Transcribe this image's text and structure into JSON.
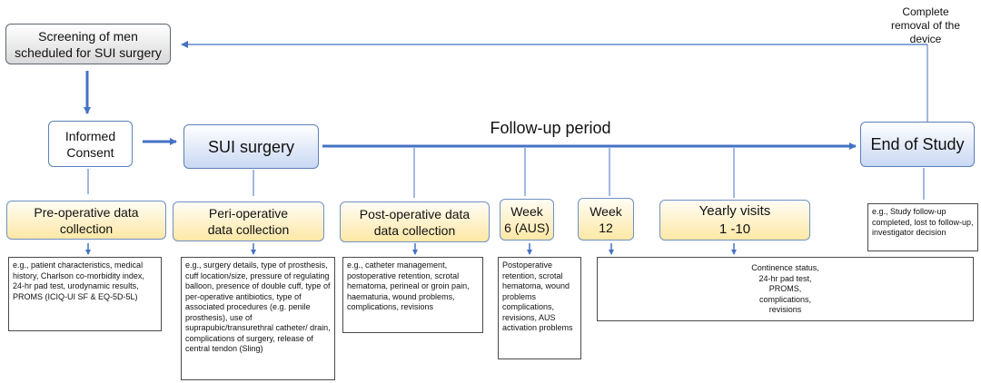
{
  "nodes": {
    "screening": "Screening of men\nscheduled for SUI surgery",
    "consent": "Informed\nConsent",
    "surgery": "SUI surgery",
    "end_of_study": "End of Study",
    "removal": "Complete\nremoval of the\ndevice",
    "follow_up": "Follow-up period"
  },
  "phases": {
    "preop": "Pre-operative data\ncollection",
    "periop": "Peri-operative\ndata collection",
    "postop": "Post-operative data\ndata collection",
    "week6": "Week\n6 (AUS)",
    "week12": "Week\n12",
    "yearly": "Yearly visits\n1 -10"
  },
  "notes": {
    "preop": "e.g., patient characteristics, medical history, Charlson co-morbidity index,  24-hr pad test, urodynamic results, PROMS (ICIQ-UI SF & EQ-5D-5L)",
    "periop": "e.g., surgery details, type of prosthesis, cuff location/size, pressure of regulating balloon, presence of double cuff, type of per-operative antibiotics, type of associated procedures (e.g. penile prosthesis), use of suprapubic/transurethral catheter/  drain, complications of surgery, release of central tendon (Sling)",
    "postop": "e.g., catheter management, postoperative retention, scrotal hematoma, perineal or groin pain, haematuria,  wound problems, complications, revisions",
    "week6": "Postoperative retention, scrotal hematoma, wound problems complications, revisions, AUS activation problems",
    "yearly": "Continence status,\n24-hr pad test,\nPROMS,\ncomplications,\nrevisions",
    "end": "e.g., Study follow-up completed, lost to follow-up, investigator decision"
  },
  "colors": {
    "connector": "#4472c4",
    "blue_fill": "#c9d8f3",
    "yellow_fill": "#fde8a6",
    "gray_fill": "#d9d9d9"
  }
}
